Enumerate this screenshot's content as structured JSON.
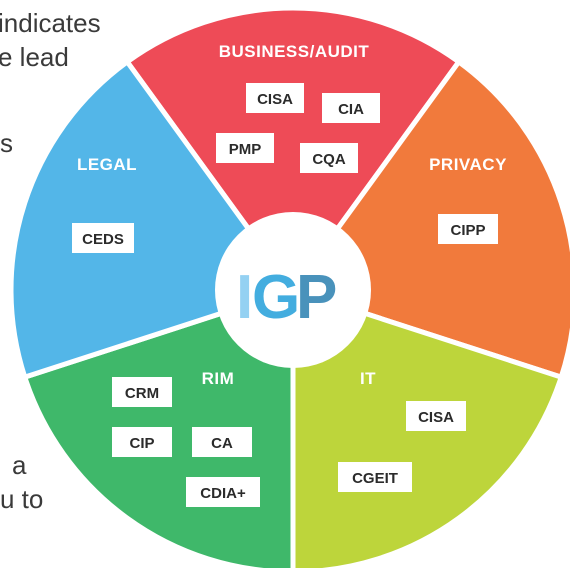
{
  "background_text": {
    "line1": "indicates",
    "line2": "e lead",
    "line3": "s",
    "line4": "a",
    "line5": "u to"
  },
  "logo": {
    "letters": [
      "I",
      "G",
      "P"
    ]
  },
  "colors": {
    "business": "#ee4b57",
    "privacy": "#f17a3c",
    "it": "#bdd53b",
    "rim": "#3fb86a",
    "legal": "#53b6e8",
    "logo_i": "#8fcff2",
    "logo_g": "#2fa5dc",
    "logo_p": "#2a7fb0"
  },
  "segments": [
    {
      "key": "business",
      "title": "BUSINESS/AUDIT",
      "badges": [
        "CISA",
        "CIA",
        "PMP",
        "CQA"
      ]
    },
    {
      "key": "privacy",
      "title": "PRIVACY",
      "badges": [
        "CIPP"
      ]
    },
    {
      "key": "it",
      "title": "IT",
      "badges": [
        "CISA",
        "CGEIT"
      ]
    },
    {
      "key": "rim",
      "title": "RIM",
      "badges": [
        "CRM",
        "CIP",
        "CA",
        "CDIA+"
      ]
    },
    {
      "key": "legal",
      "title": "LEGAL",
      "badges": [
        "CEDS"
      ]
    }
  ]
}
